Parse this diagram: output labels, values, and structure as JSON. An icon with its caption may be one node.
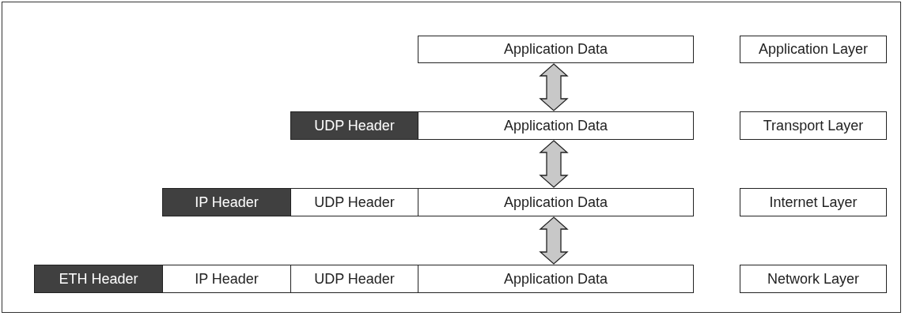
{
  "diagram": {
    "nodes": [
      {
        "text": [
          "Application Data"
        ]
      },
      {
        "text": [
          "Application Layer"
        ]
      },
      {
        "text": [
          "UDP Header"
        ]
      },
      {
        "text": [
          "Application Data"
        ]
      },
      {
        "text": [
          "Transport Layer"
        ]
      },
      {
        "text": [
          "IP Header"
        ]
      },
      {
        "text": [
          "UDP Header"
        ]
      },
      {
        "text": [
          "Application Data"
        ]
      },
      {
        "text": [
          "Internet Layer"
        ]
      },
      {
        "text": [
          "ETH Header"
        ]
      },
      {
        "text": [
          "IP Header"
        ]
      },
      {
        "text": [
          "UDP Header"
        ]
      },
      {
        "text": [
          "Application Data"
        ]
      },
      {
        "text": [
          "Network Layer"
        ]
      }
    ],
    "edges": [
      {
        "from": 0,
        "to": 3,
        "arrow": "both"
      },
      {
        "from": 3,
        "to": 7,
        "arrow": "both"
      },
      {
        "from": 7,
        "to": 12,
        "arrow": "both"
      }
    ]
  }
}
